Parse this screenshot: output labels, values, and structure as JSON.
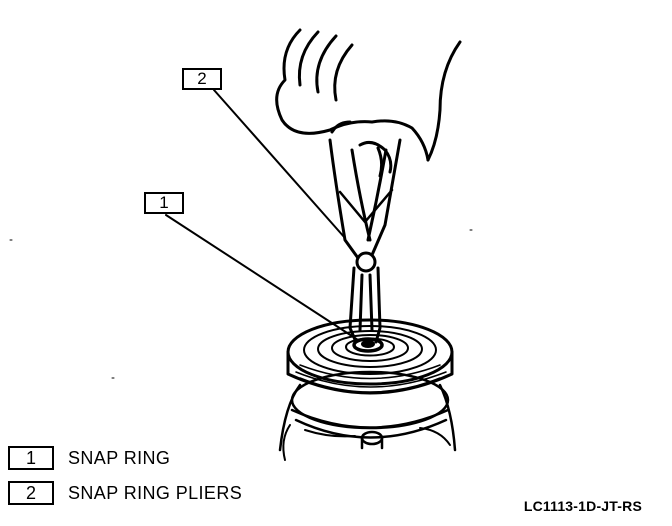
{
  "callouts": [
    {
      "number": "1"
    },
    {
      "number": "2"
    }
  ],
  "legend": [
    {
      "number": "1",
      "label": "SNAP RING"
    },
    {
      "number": "2",
      "label": "SNAP RING PLIERS"
    }
  ],
  "figure_code": "LC1113-1D-JT-RS",
  "colors": {
    "ink": "#000000",
    "paper": "#ffffff"
  }
}
